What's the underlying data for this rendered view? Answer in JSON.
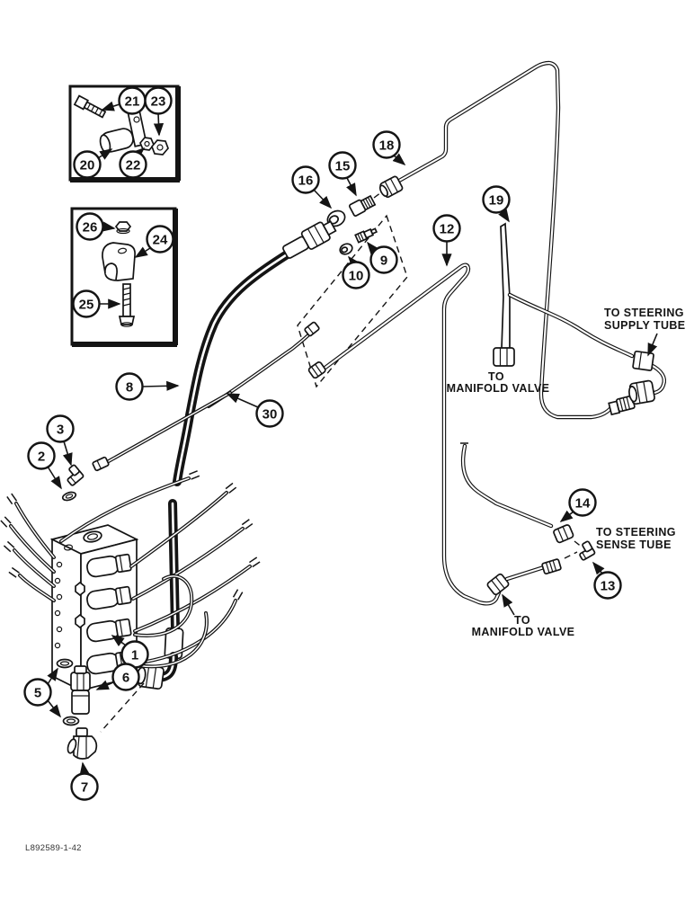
{
  "figure": {
    "code": "L892589-1-42",
    "type": "hydraulic-tubing-parts-diagram"
  },
  "labels": {
    "steering_supply_line1": "TO STEERING",
    "steering_supply_line2": "SUPPLY TUBE",
    "manifold1_line1": "TO",
    "manifold1_line2": "MANIFOLD VALVE",
    "steering_sense_line1": "TO STEERING",
    "steering_sense_line2": "SENSE TUBE",
    "manifold2_line1": "TO",
    "manifold2_line2": "MANIFOLD VALVE"
  },
  "callouts": {
    "c1": "1",
    "c2": "2",
    "c3": "3",
    "c5": "5",
    "c6": "6",
    "c7": "7",
    "c8": "8",
    "c9": "9",
    "c10": "10",
    "c12": "12",
    "c13": "13",
    "c14": "14",
    "c15": "15",
    "c16": "16",
    "c18": "18",
    "c19": "19",
    "c20": "20",
    "c21": "21",
    "c22": "22",
    "c23": "23",
    "c24": "24",
    "c25": "25",
    "c26": "26",
    "c30": "30"
  },
  "colors": {
    "ink": "#141414",
    "paper": "#ffffff"
  }
}
